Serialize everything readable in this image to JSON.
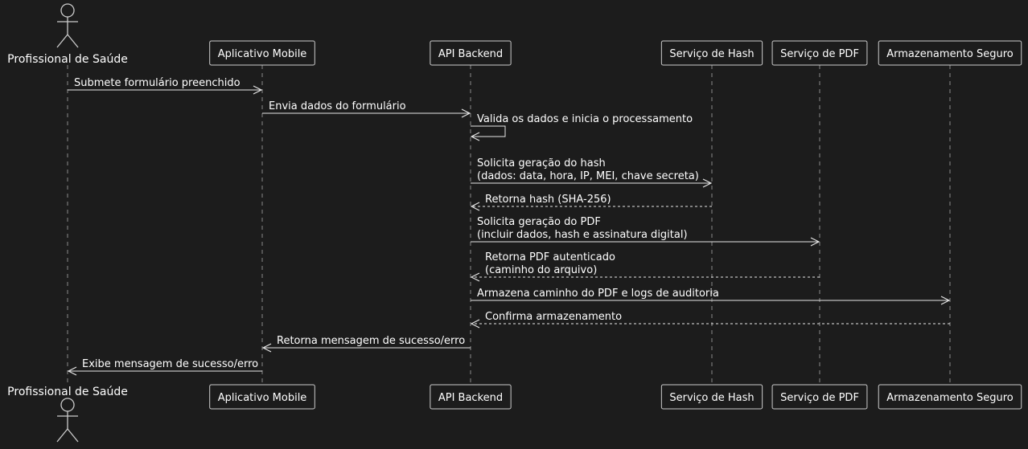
{
  "diagram": {
    "type": "sequence",
    "colors": {
      "background": "#1c1c1c",
      "line": "#e6e6e6",
      "box_fill": "#1c1c1c",
      "box_stroke": "#cccccc",
      "lifeline": "#8a8a8a",
      "text": "#ffffff"
    },
    "participants": [
      {
        "id": "prof",
        "label": "Profissional de Saúde",
        "kind": "actor"
      },
      {
        "id": "app",
        "label": "Aplicativo Mobile",
        "kind": "participant"
      },
      {
        "id": "api",
        "label": "API Backend",
        "kind": "participant"
      },
      {
        "id": "hash",
        "label": "Serviço de Hash",
        "kind": "participant"
      },
      {
        "id": "pdf",
        "label": "Serviço de PDF",
        "kind": "participant"
      },
      {
        "id": "store",
        "label": "Armazenamento Seguro",
        "kind": "participant"
      }
    ],
    "messages": [
      {
        "from": "prof",
        "to": "app",
        "style": "solid",
        "lines": [
          "Submete formulário preenchido"
        ]
      },
      {
        "from": "app",
        "to": "api",
        "style": "solid",
        "lines": [
          "Envia dados do formulário"
        ]
      },
      {
        "from": "api",
        "to": "api",
        "style": "solid",
        "lines": [
          "Valida os dados e inicia o processamento"
        ]
      },
      {
        "from": "api",
        "to": "hash",
        "style": "solid",
        "lines": [
          "Solicita geração do hash",
          "(dados: data, hora, IP, MEI, chave secreta)"
        ]
      },
      {
        "from": "hash",
        "to": "api",
        "style": "dashed",
        "lines": [
          "Retorna hash (SHA-256)"
        ]
      },
      {
        "from": "api",
        "to": "pdf",
        "style": "solid",
        "lines": [
          "Solicita geração do PDF",
          "(incluir dados, hash e assinatura digital)"
        ]
      },
      {
        "from": "pdf",
        "to": "api",
        "style": "dashed",
        "lines": [
          "Retorna PDF autenticado",
          "(caminho do arquivo)"
        ]
      },
      {
        "from": "api",
        "to": "store",
        "style": "solid",
        "lines": [
          "Armazena caminho do PDF e logs de auditoria"
        ]
      },
      {
        "from": "store",
        "to": "api",
        "style": "dashed",
        "lines": [
          "Confirma armazenamento"
        ]
      },
      {
        "from": "api",
        "to": "app",
        "style": "solid",
        "lines": [
          "Retorna mensagem de sucesso/erro"
        ]
      },
      {
        "from": "app",
        "to": "prof",
        "style": "solid",
        "lines": [
          "Exibe mensagem de sucesso/erro"
        ]
      }
    ]
  }
}
